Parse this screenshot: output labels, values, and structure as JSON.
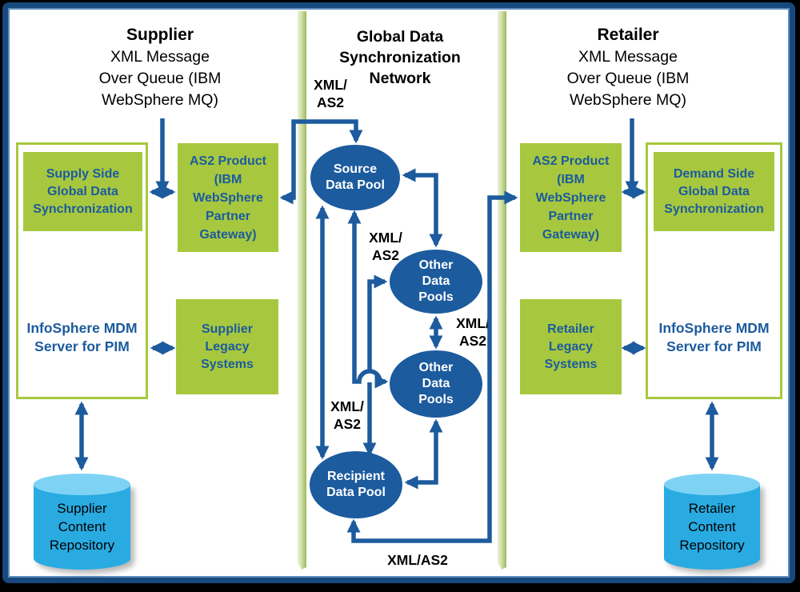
{
  "colors": {
    "green": "#a7c83e",
    "blue": "#1c5b9d",
    "navy": "#17497f",
    "frame_inner": "#5d8cbf",
    "bar_light": "#eaf1d8",
    "bar_mid": "#cfe0a6",
    "bar_dark": "#9db95f",
    "cyl_body": "#29abe2",
    "cyl_top": "#7ed3f5",
    "text": "#000000"
  },
  "headers": {
    "supplier": {
      "title": "Supplier",
      "subtitle": "XML Message\nOver Queue (IBM\nWebSphere MQ)"
    },
    "network": {
      "title": "Global Data\nSynchronization\nNetwork"
    },
    "retailer": {
      "title": "Retailer",
      "subtitle": "XML Message\nOver Queue (IBM\nWebSphere MQ)"
    }
  },
  "supplier": {
    "gds": "Supply Side\nGlobal Data\nSynchronization",
    "as2": "AS2 Product\n(IBM\nWebSphere\nPartner\nGateway)",
    "mdm": "InfoSphere MDM\nServer for PIM",
    "legacy": "Supplier\nLegacy\nSystems",
    "repository": "Supplier\nContent\nRepository"
  },
  "retailer": {
    "gds": "Demand Side\nGlobal Data\nSynchronization",
    "as2": "AS2 Product\n(IBM\nWebSphere\nPartner\nGateway)",
    "mdm": "InfoSphere MDM\nServer for PIM",
    "legacy": "Retailer\nLegacy\nSystems",
    "repository": "Retailer\nContent\nRepository"
  },
  "network": {
    "source_pool": "Source\nData Pool",
    "other_pool_1": "Other\nData\nPools",
    "other_pool_2": "Other\nData\nPools",
    "recipient_pool": "Recipient\nData Pool",
    "label_supplier_to_source": "XML/\nAS2",
    "label_source_to_other2": "XML/\nAS2",
    "label_between_others": "XML/\nAS2",
    "label_source_to_recipient": "XML/\nAS2",
    "label_bottom": "XML/AS2"
  }
}
